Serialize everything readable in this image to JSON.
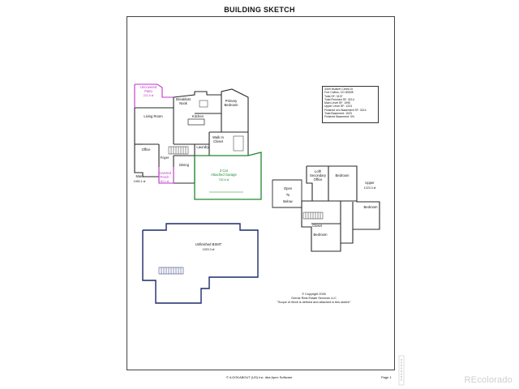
{
  "title": "BUILDING SKETCH",
  "main_level": {
    "rooms": {
      "uncovered_patio_name": "Uncovered\nPatio",
      "uncovered_patio_area": "221.6 sf",
      "breakfast_nook": "Breakfast\nNook",
      "primary_bedroom": "Primary\nBedroom",
      "living_room": "Living Room",
      "kitchen": "Kitchen",
      "office": "Office",
      "foyer": "Foyer",
      "covered_porch_name": "Covered\nPorch",
      "covered_porch_area": "50.1 sf",
      "dining": "Dining",
      "laundry": "Laundry",
      "walk_in_closet": "Walk In\nCloset",
      "garage_name": "3 Car\nAttached Garage",
      "garage_area": "752.6 sf"
    },
    "level_label": "Main",
    "level_area": "1990.1 sf"
  },
  "upper_level": {
    "open_to_below": "Open\nTo\nBelow",
    "loft": "Loft/\nSecondary\nOffice",
    "bedroom_1": "Bedroom",
    "bedroom_2": "Bedroom",
    "bedroom_3": "Bedroom",
    "closet": "Closet",
    "level_label": "Upper",
    "level_area": "1223.3 sf"
  },
  "basement": {
    "name": "Unfinished BSMT",
    "area": "1923.3 sf"
  },
  "info_box": [
    "3409 Mustrel Creek Dr",
    "Fort Collins, CO 80528",
    "Total SF: 3137",
    "Total Finished SF: 3214",
    "Main Level SF: 1990",
    "Upper Level SF: 1224",
    "Finished w/o Basement SF: 3214",
    "Total Basement: 1923",
    "Finished Basement: 0%"
  ],
  "copyright": [
    "© Copyright 2026",
    "Grentz Real Estate Services LLC",
    "\"Scope of Work is defined and attached in this sketch\""
  ],
  "footer": {
    "left": "© iLOOKABOUT (US) Inc.  dba Apex Software",
    "right": "Page 1"
  },
  "watermark": "REcolorado",
  "colors": {
    "wall": "#2a2a2a",
    "garage_wall": "#1f8a2e",
    "patio_wall": "#c133c8",
    "basement_wall": "#1d2a6a"
  }
}
